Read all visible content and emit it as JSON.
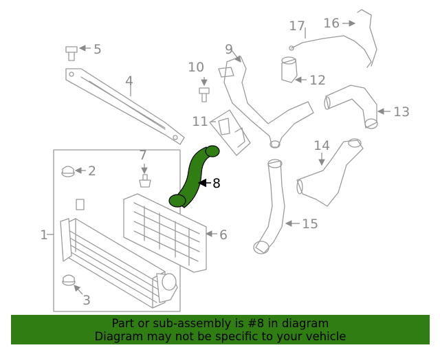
{
  "diagram": {
    "callouts": [
      "1",
      "2",
      "3",
      "4",
      "5",
      "6",
      "7",
      "8",
      "9",
      "10",
      "11",
      "12",
      "13",
      "14",
      "15",
      "16",
      "17"
    ],
    "highlighted_part": "8",
    "highlight_color": "#2f7d13"
  },
  "banner": {
    "line1": "Part or sub-assembly is #8 in diagram",
    "line2": "Diagram may not be specific to your vehicle",
    "background": "#2f7d13"
  }
}
